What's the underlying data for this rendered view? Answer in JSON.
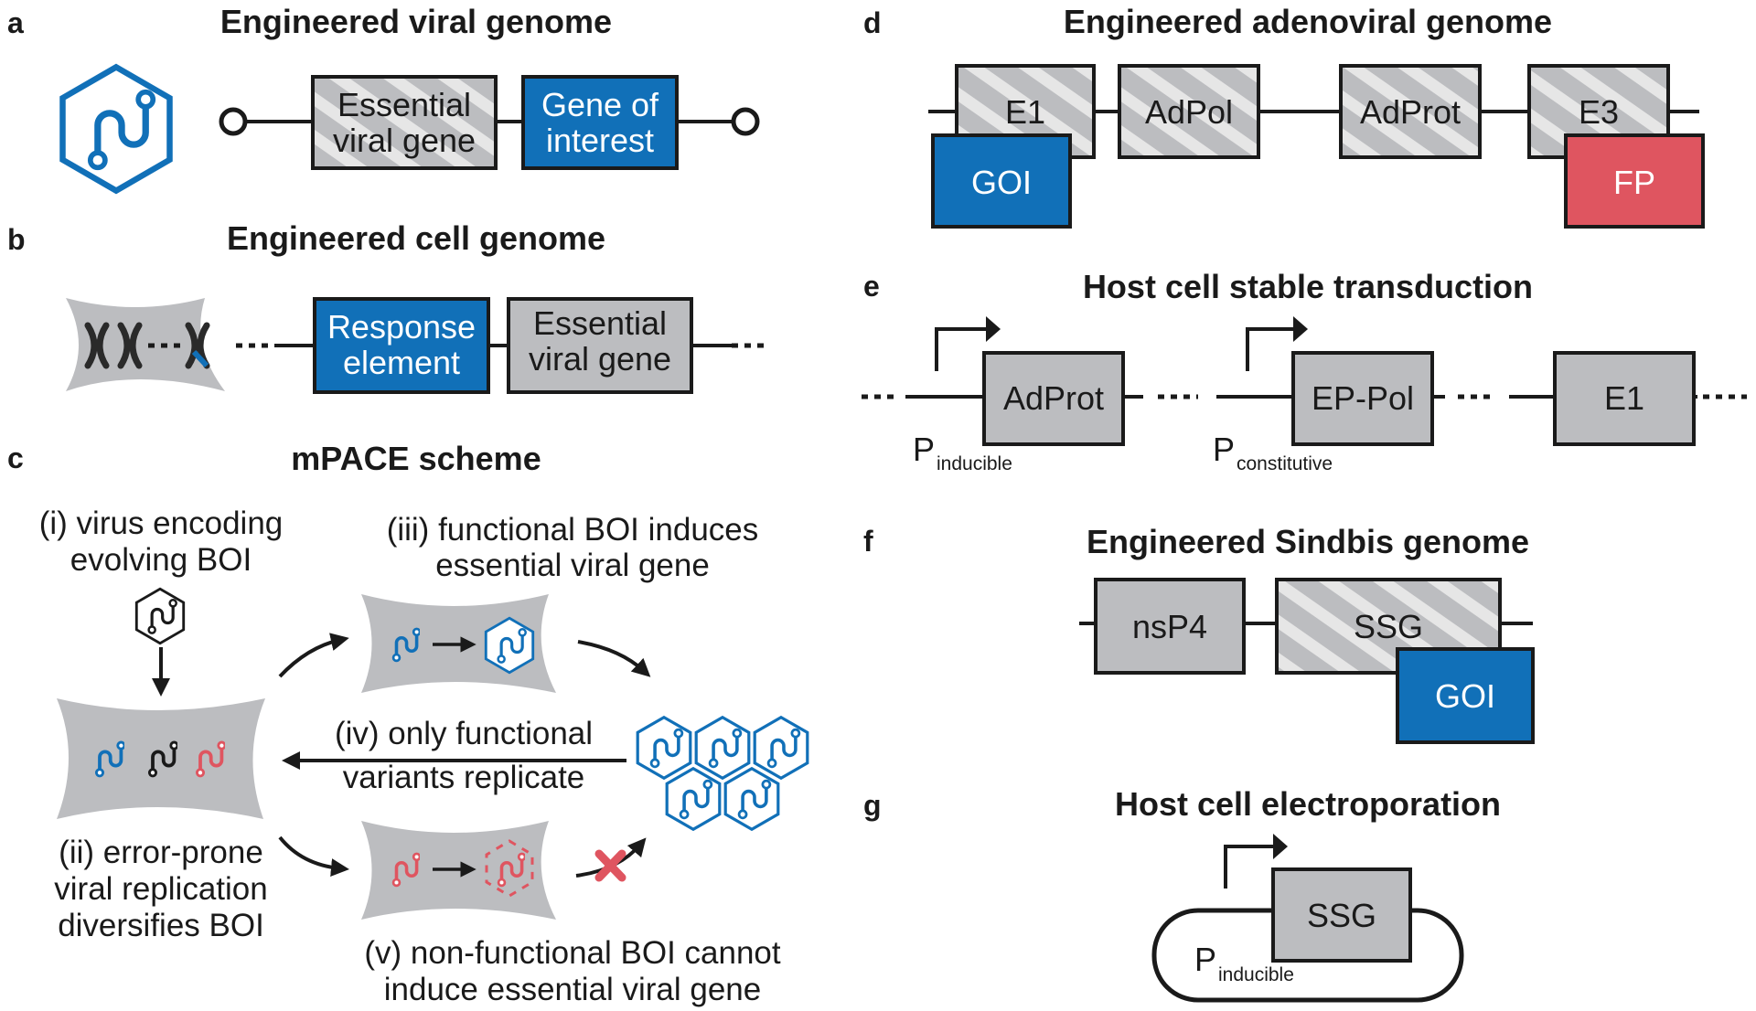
{
  "panels": {
    "a": {
      "letter": "a",
      "title": "Engineered viral genome",
      "box1": [
        "Essential",
        "viral gene"
      ],
      "box2": [
        "Gene of",
        "interest"
      ]
    },
    "b": {
      "letter": "b",
      "title": "Engineered cell genome",
      "box1": [
        "Response",
        "element"
      ],
      "box2": [
        "Essential",
        "viral gene"
      ]
    },
    "c": {
      "letter": "c",
      "title": "mPACE scheme",
      "step_i": [
        "(i) virus encoding",
        "evolving BOI"
      ],
      "step_ii": [
        "(ii) error-prone",
        "viral replication",
        "diversifies BOI"
      ],
      "step_iii": [
        "(iii) functional BOI induces",
        "essential viral gene"
      ],
      "step_iv": [
        "(iv) only functional",
        "variants replicate"
      ],
      "step_v": [
        "(v) non-functional BOI cannot",
        "induce essential viral gene"
      ]
    },
    "d": {
      "letter": "d",
      "title": "Engineered adenoviral genome",
      "genes": [
        "E1",
        "AdPol",
        "AdProt",
        "E3"
      ],
      "goi": "GOI",
      "fp": "FP"
    },
    "e": {
      "letter": "e",
      "title": "Host cell stable transduction",
      "genes": [
        "AdProt",
        "EP-Pol",
        "E1"
      ],
      "promoter1": {
        "p": "P",
        "sub": "inducible"
      },
      "promoter2": {
        "p": "P",
        "sub": "constitutive"
      }
    },
    "f": {
      "letter": "f",
      "title": "Engineered Sindbis genome",
      "genes": [
        "nsP4",
        "SSG"
      ],
      "goi": "GOI"
    },
    "g": {
      "letter": "g",
      "title": "Host cell electroporation",
      "gene": "SSG",
      "promoter": {
        "p": "P",
        "sub": "inducible"
      }
    }
  },
  "colors": {
    "blue": "#1170b8",
    "red": "#df5560",
    "gray": "#bcbdc0",
    "hatch_light": "#e4e4e4",
    "dark": "#1a1a1a"
  },
  "icons": [
    "virus-hexagon-icon",
    "chromosome-icon",
    "cell-icon",
    "promoter-arrow-icon",
    "red-x-icon"
  ]
}
